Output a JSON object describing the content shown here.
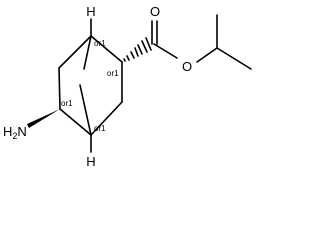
{
  "molecule": {
    "atoms": {
      "bridgehead_top_h": "H",
      "bridgehead_bottom_h": "H",
      "carbonyl_oxygen": "O",
      "ester_oxygen": "O",
      "amine": "NH2",
      "amine_main": "H",
      "amine_sub": "2",
      "amine_tail": "N"
    },
    "stereo_descriptors": {
      "bridgehead_top": "or1",
      "carboxyl_carbon": "or1",
      "amine_carbon": "or1",
      "bridgehead_bottom": "or1"
    }
  }
}
